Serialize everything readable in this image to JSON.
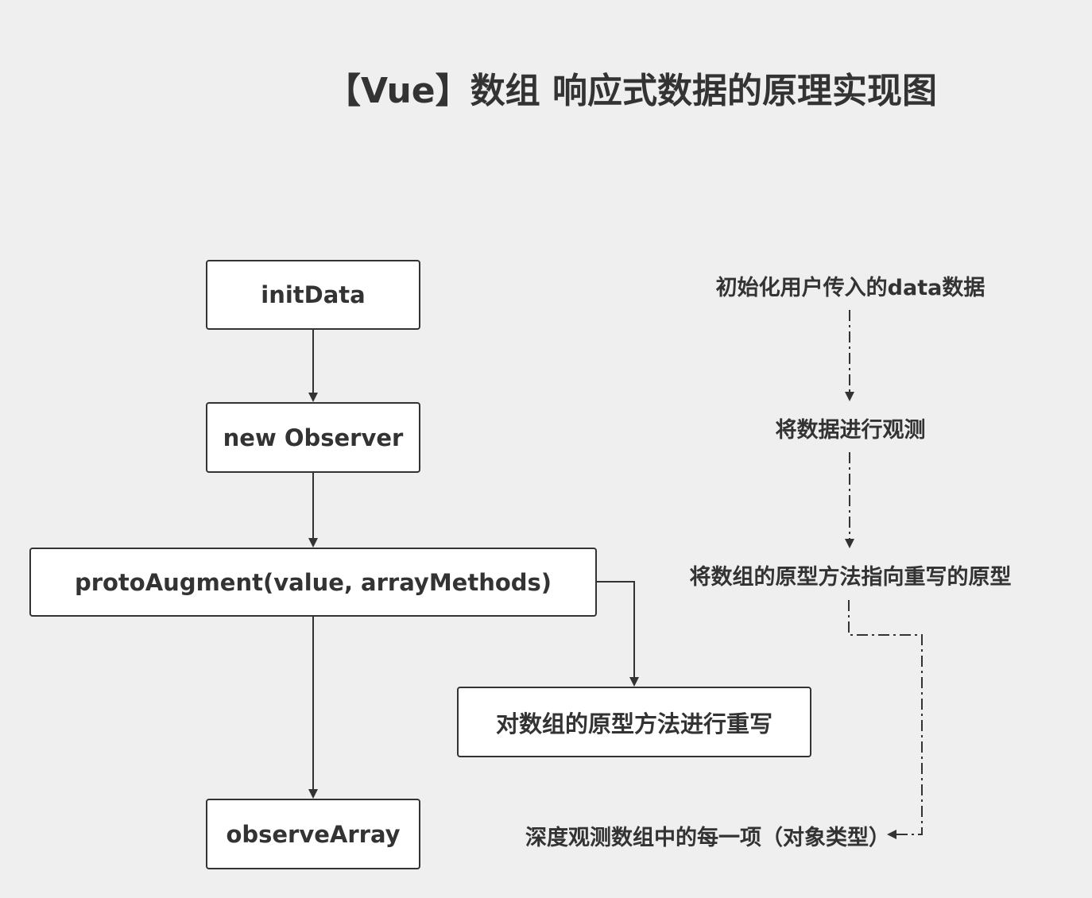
{
  "title": "【Vue】数组 响应式数据的原理实现图",
  "nodes": {
    "init_data": "initData",
    "new_observer": "new Observer",
    "proto_augment": "protoAugment(value, arrayMethods)",
    "rewrite_methods": "对数组的原型方法进行重写",
    "observe_array": "observeArray"
  },
  "notes": {
    "init": "初始化用户传入的data数据",
    "observe": "将数据进行观测",
    "point_proto": "将数组的原型方法指向重写的原型",
    "deep_observe": "深度观测数组中的每一项（对象类型）"
  },
  "colors": {
    "background": "#efefef",
    "stroke": "#333333",
    "node_fill": "#ffffff"
  }
}
